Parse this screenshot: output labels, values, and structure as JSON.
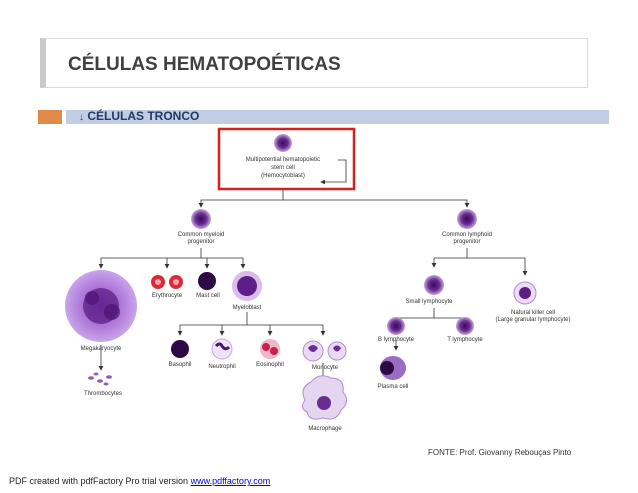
{
  "slide": {
    "title": "CÉLULAS HEMATOPOÉTICAS",
    "section_label": "CÉLULAS TRONCO",
    "source_note": "FONTE: Prof. Giovanny Rebouças Pinto"
  },
  "footer": {
    "prefix": "PDF created with pdfFactory Pro trial version ",
    "link_text": "www.pdffactory.com"
  },
  "diagram": {
    "stem_cell_l1": "Multipotential hematopoietic",
    "stem_cell_l2": "stem cell",
    "stem_cell_l3": "(Hemocytoblast)",
    "myeloid_l1": "Common myeloid",
    "myeloid_l2": "progenitor",
    "lymphoid_l1": "Common lymphoid",
    "lymphoid_l2": "progenitor",
    "megakaryocyte": "Megakaryocyte",
    "thrombocytes": "Thrombocytes",
    "erythrocyte": "Erythrocyte",
    "mast_cell": "Mast cell",
    "myeloblast": "Myeloblast",
    "basophil": "Basophil",
    "neutrophil": "Neutrophil",
    "eosinophil": "Eosinophil",
    "monocyte": "Monocyte",
    "macrophage": "Macrophage",
    "small_lymphocyte": "Small lymphocyte",
    "nk_l1": "Natural killer cell",
    "nk_l2": "(Large granular lymphocyte)",
    "b_lymphocyte": "B lymphocyte",
    "t_lymphocyte": "T lymphocyte",
    "plasma_cell": "Plasma cell"
  },
  "colors": {
    "accent_orange": "#e08a4a",
    "section_bar": "#c0cde3",
    "highlight_box": "#d62020",
    "cell_purple": "#6a2c91"
  },
  "icons": [
    "down-arrow-bullet-icon"
  ]
}
